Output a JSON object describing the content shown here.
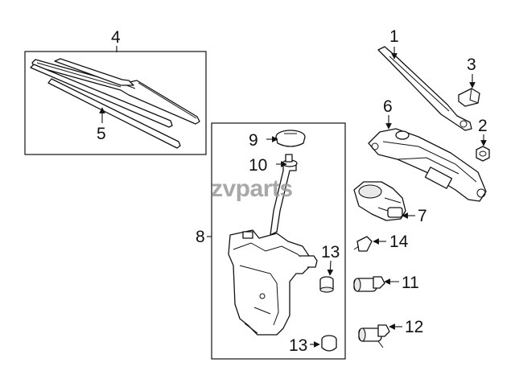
{
  "watermark": "zvparts",
  "callouts": {
    "c1": "1",
    "c2": "2",
    "c3": "3",
    "c4": "4",
    "c5": "5",
    "c6": "6",
    "c7": "7",
    "c8": "8",
    "c9": "9",
    "c10": "10",
    "c11": "11",
    "c12": "12",
    "c13a": "13",
    "c13b": "13",
    "c14": "14"
  }
}
